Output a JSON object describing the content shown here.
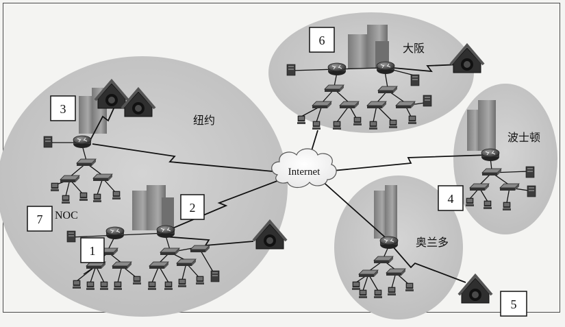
{
  "cloud_label": "Internet",
  "sites": {
    "new_york": "纽约",
    "osaka": "大阪",
    "boston": "波士顿",
    "orlando": "奥兰多",
    "noc": "NOC"
  },
  "callouts": [
    "1",
    "2",
    "3",
    "4",
    "5",
    "6",
    "7"
  ],
  "colors": {
    "site_region": "#c9c9c9",
    "background": "#f4f4f2",
    "link": "#111111",
    "building": "#8c8c8c",
    "router": "#3a3a3a"
  }
}
